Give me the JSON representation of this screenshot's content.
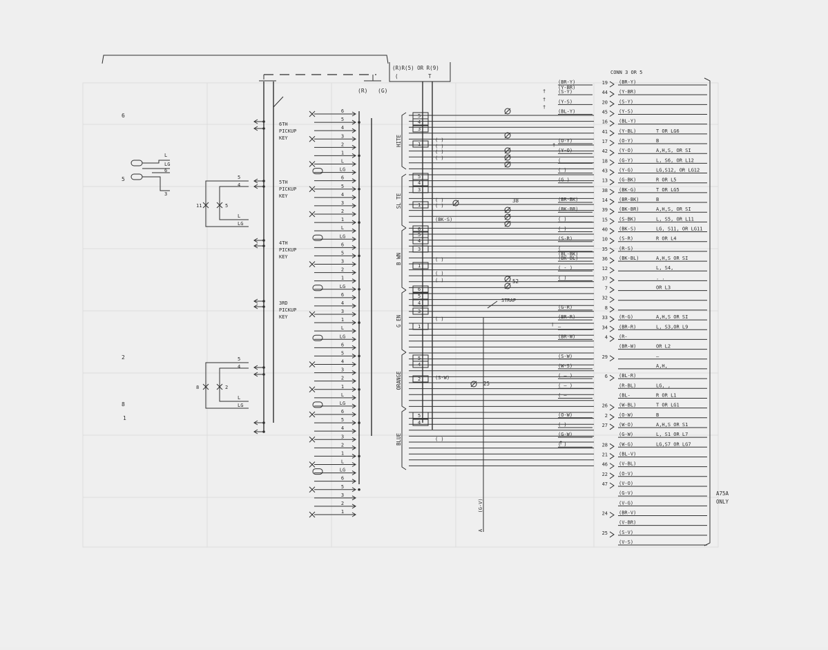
{
  "top": {
    "r_option": "(R)R(5) OR R(9)",
    "paren": "(",
    "t": "T",
    "r": "(R)",
    "g": "(G)"
  },
  "left_numbers": [
    "6",
    "5",
    "2",
    "8",
    "1"
  ],
  "small_jack_labels": [
    "L",
    "LG",
    "6",
    "3"
  ],
  "switch_labels": [
    "5",
    "4",
    "11",
    "5",
    "L",
    "LG",
    "5",
    "4",
    "8",
    "2",
    "L",
    "LG"
  ],
  "keys": [
    {
      "label": "6TH PICKUP KEY"
    },
    {
      "label": "5TH PICKUP KEY"
    },
    {
      "label": "4TH PICKUP KEY"
    },
    {
      "label": "3RD PICKUP KEY"
    }
  ],
  "strip": [
    "6",
    "5",
    "4",
    "3",
    "2",
    "1",
    "L",
    "LG",
    "6",
    "5",
    "4",
    "3",
    "2",
    "1",
    "L",
    "LG",
    "6",
    "5",
    "3",
    "2",
    "1",
    "LG",
    "6",
    "4",
    "3",
    "1",
    "L",
    "LG",
    "6",
    "5",
    "4",
    "3",
    "2",
    "1",
    "L",
    "LG",
    "6",
    "5",
    "4",
    "3",
    "2",
    "1",
    "L",
    "LG",
    "6",
    "5",
    "3",
    "2",
    "1"
  ],
  "groups": [
    {
      "name": "HITE",
      "pins": [
        "5",
        "4",
        "3",
        "1"
      ]
    },
    {
      "name": "SL TE",
      "pins": [
        "5",
        "4",
        "3",
        "1"
      ]
    },
    {
      "name": "B WN",
      "pins": [
        "6",
        "5",
        "4",
        "3",
        "1"
      ]
    },
    {
      "name": "G EN",
      "pins": [
        "6",
        "5",
        "4",
        "3",
        "1"
      ]
    },
    {
      "name": "ORANGE",
      "pins": [
        "5",
        "4",
        "2"
      ]
    },
    {
      "name": "BLUE",
      "pins": [
        "5",
        "4"
      ]
    }
  ],
  "mid_wires": [
    "( )",
    "( )",
    "( )",
    "( )",
    "( )",
    "( )",
    "(BK-S)",
    "( )",
    "( )",
    "( )",
    "( )",
    "(S-W)",
    "( )"
  ],
  "callouts": {
    "c38": "38",
    "c52": "52",
    "c25": "25",
    "strap": "STRAP",
    "gv": "(G-V)",
    "a": "A"
  },
  "dagger": "†",
  "connector": {
    "title": "CONN 3 OR 5",
    "a75a": "A75A",
    "only": "ONLY",
    "rows": [
      {
        "in": "(BR-Y)",
        "in2": "(Y-BR)",
        "pin": "19",
        "out": "(BR-Y)",
        "note": ""
      },
      {
        "in": "(S-Y)",
        "in2": "",
        "pin": "44",
        "out": "(Y-BR)",
        "note": ""
      },
      {
        "in": "(Y-S)",
        "in2": "",
        "pin": "20",
        "out": "(S-Y)",
        "note": ""
      },
      {
        "in": "(BL-Y)",
        "in2": "",
        "pin": "45",
        "out": "(Y-S)",
        "note": ""
      },
      {
        "in": "",
        "in2": "",
        "pin": "16",
        "out": "(BL-Y)",
        "note": ""
      },
      {
        "in": "",
        "in2": "",
        "pin": "41",
        "out": "(Y-BL)",
        "note": "T OR LG6"
      },
      {
        "in": "(O-Y)",
        "in2": "",
        "pin": "17",
        "out": "(O-Y)",
        "note": "B"
      },
      {
        "in": "(Y-O)",
        "in2": "",
        "pin": "42",
        "out": "(Y-O)",
        "note": "A,H,S, OR SI"
      },
      {
        "in": "(",
        "in2": "",
        "pin": "18",
        "out": "(G-Y)",
        "note": "L, S6, OR L12"
      },
      {
        "in": "( )",
        "in2": "",
        "pin": "43",
        "out": "(Y-G)",
        "note": "LG,S12, OR LG12"
      },
      {
        "in": "(G )",
        "in2": "",
        "pin": "13",
        "out": "(G-BK)",
        "note": "R OR L5"
      },
      {
        "in": "",
        "in2": "",
        "pin": "38",
        "out": "(BK-G)",
        "note": "T OR LG5"
      },
      {
        "in": "(BR-BK)",
        "in2": "",
        "pin": "14",
        "out": "(BR-BK)",
        "note": "B"
      },
      {
        "in": "(BK-BR)",
        "in2": "",
        "pin": "39",
        "out": "(BK-BR)",
        "note": "A,H,S, OR SI"
      },
      {
        "in": "( )",
        "in2": "",
        "pin": "15",
        "out": "(S-BK)",
        "note": "L, S5, OR L11"
      },
      {
        "in": "( )",
        "in2": "",
        "pin": "40",
        "out": "(BK-S)",
        "note": "LG, S11, OR LG11"
      },
      {
        "in": "(S-R)",
        "in2": "",
        "pin": "10",
        "out": "(S-R)",
        "note": "R OR L4"
      },
      {
        "in": "(",
        "in2": "(BL-BK)",
        "pin": "35",
        "out": "(R-S)",
        "note": ""
      },
      {
        "in": "(BK-BL)",
        "in2": "",
        "pin": "36",
        "out": "(BK-BL)",
        "note": "A,H,S OR SI"
      },
      {
        "in": "( - )",
        "in2": "",
        "pin": "12",
        "out": "",
        "note": "L, S4,"
      },
      {
        "in": "( )",
        "in2": "",
        "pin": "37",
        "out": "",
        "note": ". ."
      },
      {
        "in": "",
        "in2": "",
        "pin": "7",
        "out": "",
        "note": "OR L3"
      },
      {
        "in": "",
        "in2": "",
        "pin": "32",
        "out": "",
        "note": ""
      },
      {
        "in": "(G-R)",
        "in2": "",
        "pin": "8",
        "out": "",
        "note": ""
      },
      {
        "in": "(BR-R)",
        "in2": "",
        "pin": "33",
        "out": "(R-G)",
        "note": "A,H,S OR SI"
      },
      {
        "in": "—",
        "in2": "",
        "pin": "34",
        "out": "(BR-R)",
        "note": "L, S3,OR L9"
      },
      {
        "in": "(BR-W)",
        "in2": "",
        "pin": "4",
        "out": "(R-",
        "note": ""
      },
      {
        "in": "",
        "in2": "",
        "pin": "",
        "out": "(BR-W)",
        "note": "OR L2"
      },
      {
        "in": "(S-W)",
        "in2": "",
        "pin": "29",
        "out": "",
        "note": "—"
      },
      {
        "in": "(W-S)",
        "in2": "",
        "pin": "",
        "out": "",
        "note": "A,H,"
      },
      {
        "in": "( — )",
        "in2": "",
        "pin": "6",
        "out": "(BL-R)",
        "note": ""
      },
      {
        "in": "( — )",
        "in2": "",
        "pin": "",
        "out": "(R-BL)",
        "note": "LG, ,"
      },
      {
        "in": "( —",
        "in2": "",
        "pin": "",
        "out": "(BL-",
        "note": "R OR L1"
      },
      {
        "in": "",
        "in2": "",
        "pin": "26",
        "out": "(W-BL)",
        "note": "T OR LG1"
      },
      {
        "in": "(O-W)",
        "in2": "",
        "pin": "2",
        "out": "(O-W)",
        "note": "B"
      },
      {
        "in": "( )",
        "in2": "",
        "pin": "27",
        "out": "(W-O)",
        "note": "A,H,S OR S1"
      },
      {
        "in": "(G-W)",
        "in2": "",
        "pin": "",
        "out": "(G-W)",
        "note": "L, S1 OR L7"
      },
      {
        "in": "( )",
        "in2": "",
        "pin": "28",
        "out": "(W-G)",
        "note": "LG,S7 OR LG7"
      },
      {
        "in": "",
        "in2": "",
        "pin": "21",
        "out": "(BL-V)",
        "note": ""
      },
      {
        "in": "",
        "in2": "",
        "pin": "46",
        "out": "(V-BL)",
        "note": ""
      },
      {
        "in": "",
        "in2": "",
        "pin": "22",
        "out": "(O-V)",
        "note": ""
      },
      {
        "in": "",
        "in2": "",
        "pin": "47",
        "out": "(V-O)",
        "note": ""
      },
      {
        "in": "",
        "in2": "",
        "pin": "",
        "out": "(G-V)",
        "note": ""
      },
      {
        "in": "",
        "in2": "",
        "pin": "",
        "out": "(V-G)",
        "note": ""
      },
      {
        "in": "",
        "in2": "",
        "pin": "24",
        "out": "(BR-V)",
        "note": ""
      },
      {
        "in": "",
        "in2": "",
        "pin": "",
        "out": "(V-BR)",
        "note": ""
      },
      {
        "in": "",
        "in2": "",
        "pin": "25",
        "out": "(S-V)",
        "note": ""
      },
      {
        "in": "",
        "in2": "",
        "pin": "",
        "out": "(V-S)",
        "note": ""
      }
    ]
  }
}
